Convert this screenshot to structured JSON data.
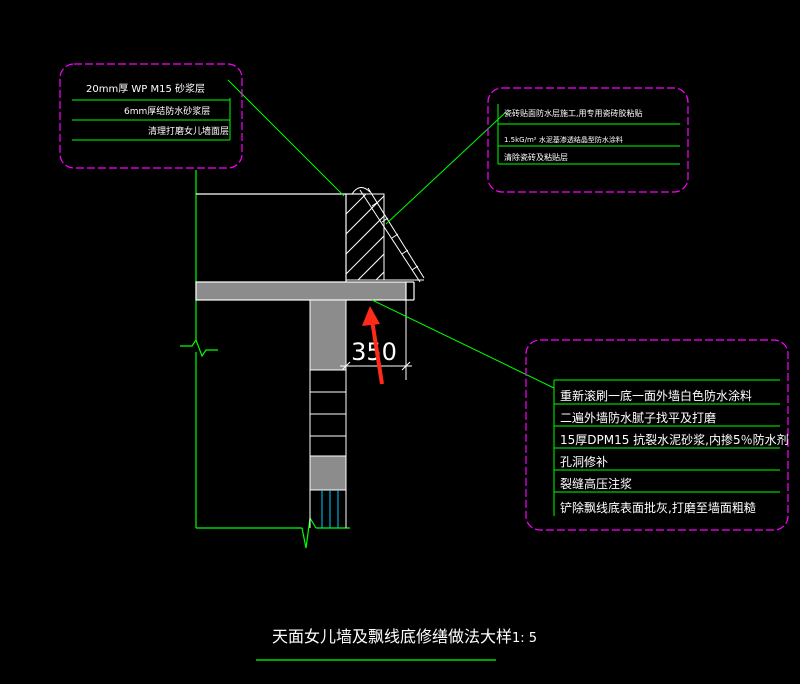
{
  "drawing": {
    "title": "天面女儿墙及飘线底修缮做法大样",
    "scale": "1: 5",
    "dimension": "350"
  },
  "callouts": {
    "top_left": {
      "lines": [
        "20mm厚 WP M15 砂浆层",
        "6mm厚结防水砂浆层",
        "清理打磨女儿墙面层"
      ]
    },
    "top_right": {
      "lines": [
        "瓷砖贴面防水层施工,用专用瓷砖胶粘贴",
        "1.5kG/m² 水泥基渗透结晶型防水涂料",
        "清除瓷砖及粘贴层"
      ]
    },
    "right": {
      "lines": [
        "重新滚刷一底一面外墙白色防水涂料",
        "二遍外墙防水腻子找平及打磨",
        "15厚DPM15 抗裂水泥砂浆,内掺5％防水剂",
        "孔洞修补",
        "裂缝高压注浆",
        "铲除飘线底表面批灰,打磨至墙面粗糙"
      ]
    }
  },
  "colors": {
    "background": "#000000",
    "leader": "#00ff00",
    "callout_border": "#ff00ff",
    "wall_line": "#ffffff",
    "slab_fill": "#8c8c8c",
    "arrow": "#ff2a1a",
    "rebar": "#00ccff"
  }
}
